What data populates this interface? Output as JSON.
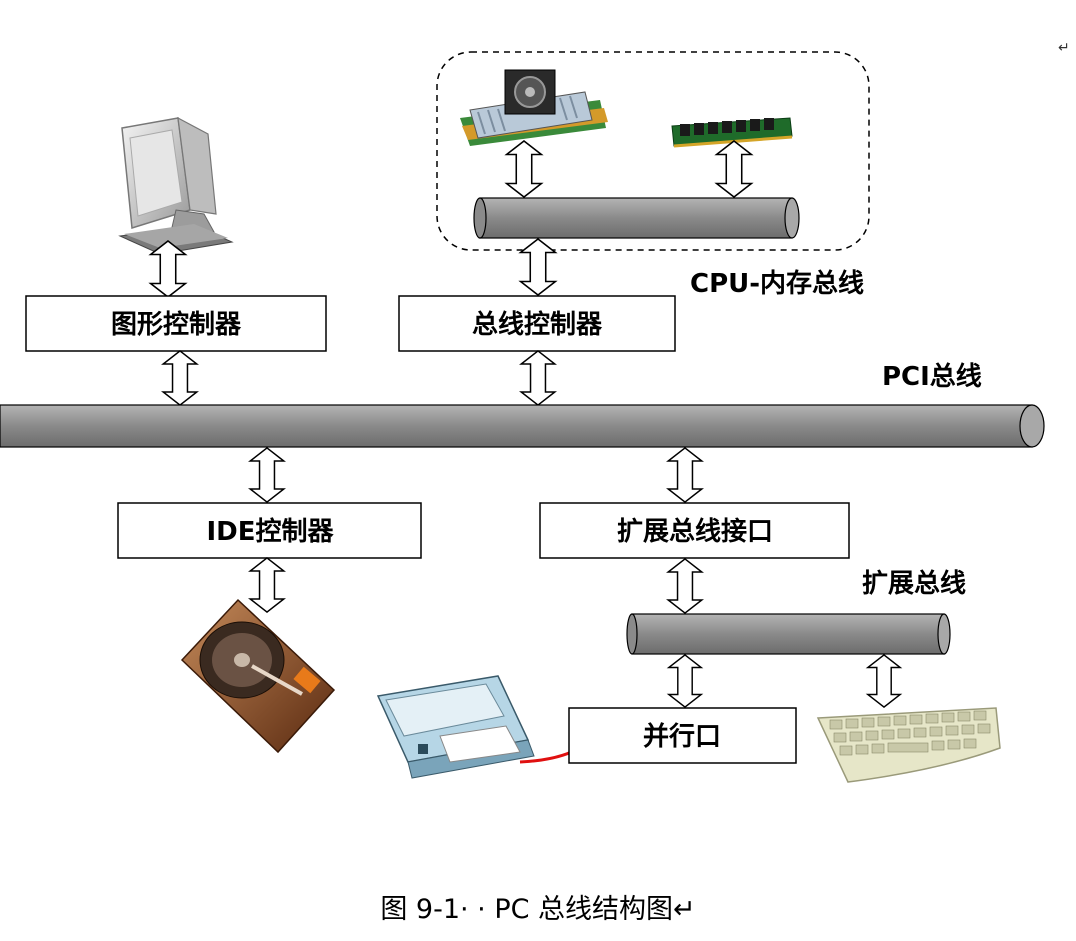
{
  "buses": {
    "cpu_memory_label": "CPU-内存总线",
    "pci_label": "PCI总线",
    "expansion_label": "扩展总线"
  },
  "boxes": {
    "graphics_controller": "图形控制器",
    "bus_controller": "总线控制器",
    "ide_controller": "IDE控制器",
    "expansion_bus_interface": "扩展总线接口",
    "parallel_port": "并行口"
  },
  "caption": "图 9-1· · PC 总线结构图↵",
  "corner_mark": "↵",
  "devices": [
    "monitor-icon",
    "cpu-icon",
    "memory-module-icon",
    "hard-disk-icon",
    "printer-icon",
    "keyboard-icon"
  ],
  "colors": {
    "bus_fill": "#8c8c8c",
    "box_border": "#000000",
    "printer_cable": "#e01010"
  }
}
